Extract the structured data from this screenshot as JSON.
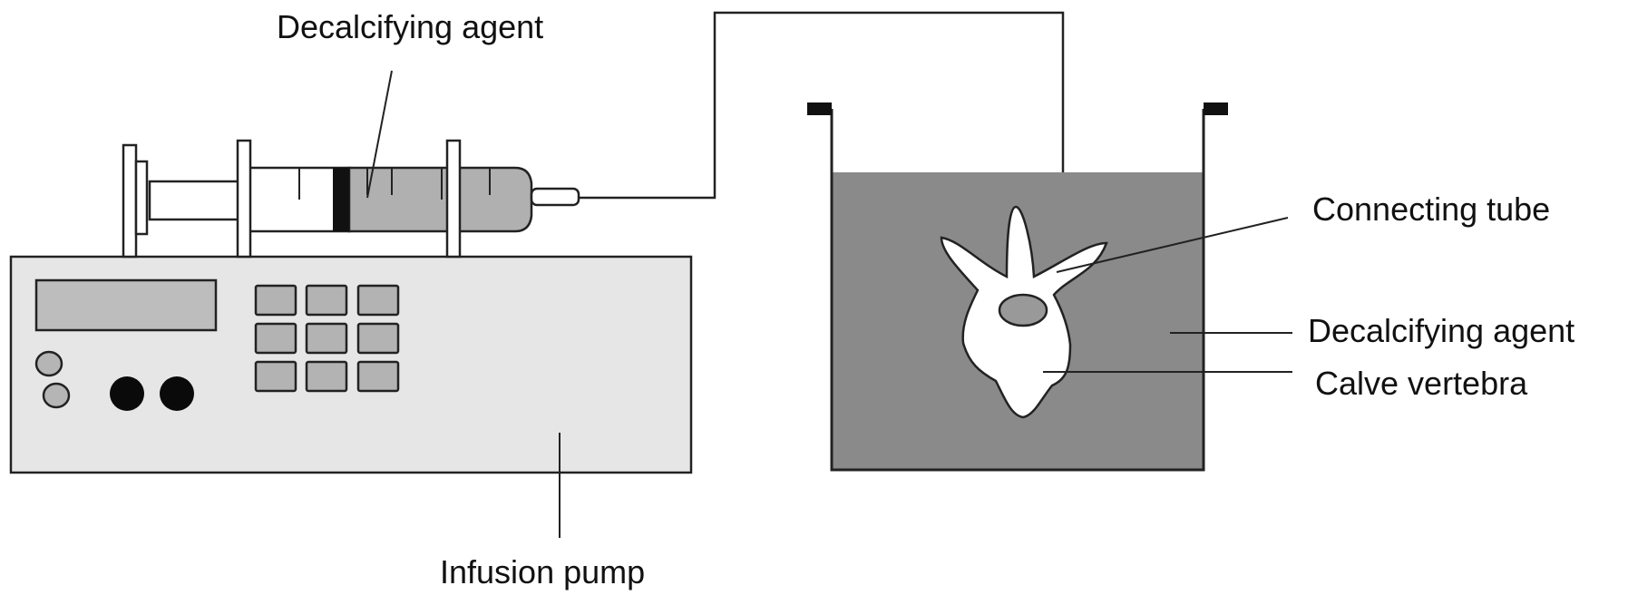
{
  "labels": {
    "syringe_agent": "Decalcifying agent",
    "connecting_tube": "Connecting tube",
    "bath_agent": "Decalcifying agent",
    "vertebra": "Calve vertebra",
    "pump": "Infusion pump"
  },
  "colors": {
    "pump_body": "#e6e6e6",
    "display": "#bdbdbd",
    "keypad": "#b3b3b3",
    "knob_small": "#b5b5b5",
    "knob_large": "#0a0a0a",
    "syringe_fluid": "#b0b0b0",
    "bath_fluid": "#8a8a8a",
    "vertebra": "#ffffff",
    "vertebral_hole": "#999999",
    "outline": "#222222"
  }
}
